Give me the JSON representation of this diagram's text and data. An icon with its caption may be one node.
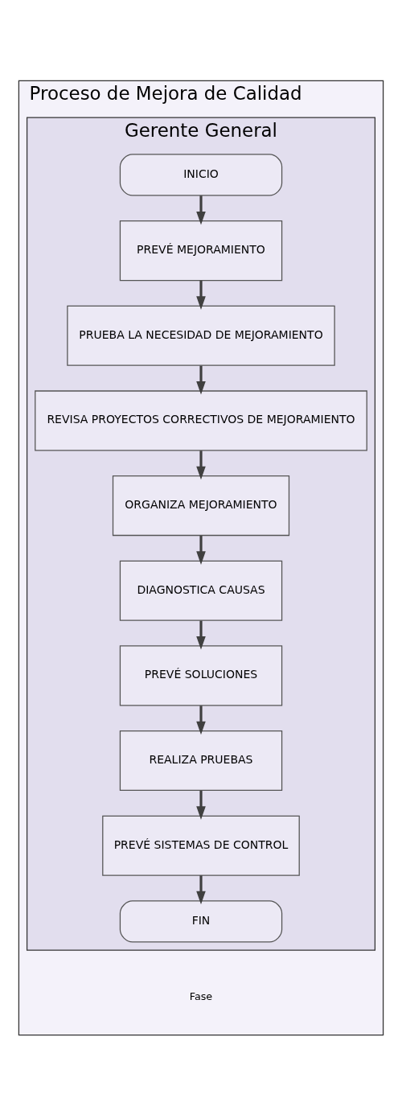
{
  "diagram": {
    "nodes": [
      {
        "text": [
          "Proceso de Mejora de Calidad"
        ]
      },
      {
        "text": [
          "Gerente General"
        ],
        "in": 0
      },
      {
        "text": [
          "INICIO"
        ],
        "in": 1
      },
      {
        "text": [
          "PREVÉ MEJORAMIENTO"
        ],
        "in": 1
      },
      {
        "text": [
          "PRUEBA LA NECESIDAD DE MEJORAMIENTO"
        ],
        "in": 1
      },
      {
        "text": [
          "REVISA PROYECTOS CORRECTIVOS DE MEJORAMIENTO"
        ],
        "in": 1
      },
      {
        "text": [
          "ORGANIZA MEJORAMIENTO"
        ],
        "in": 1
      },
      {
        "text": [
          "DIAGNOSTICA CAUSAS"
        ],
        "in": 1
      },
      {
        "text": [
          "PREVÉ SOLUCIONES"
        ],
        "in": 1
      },
      {
        "text": [
          "REALIZA PRUEBAS"
        ],
        "in": 1
      },
      {
        "text": [
          "PREVÉ SISTEMAS DE CONTROL"
        ],
        "in": 1
      },
      {
        "text": [
          "FIN"
        ],
        "in": 1
      }
    ],
    "edges": [
      {
        "from": 2,
        "to": 3,
        "arrow": "to"
      },
      {
        "from": 3,
        "to": 4,
        "arrow": "to"
      },
      {
        "from": 4,
        "to": 5,
        "arrow": "to"
      },
      {
        "from": 5,
        "to": 6,
        "arrow": "to"
      },
      {
        "from": 6,
        "to": 7,
        "arrow": "to"
      },
      {
        "from": 7,
        "to": 8,
        "arrow": "to"
      },
      {
        "from": 8,
        "to": 9,
        "arrow": "to"
      },
      {
        "from": 9,
        "to": 10,
        "arrow": "to"
      },
      {
        "from": 10,
        "to": 11,
        "arrow": "to"
      }
    ],
    "labels": [
      "Fase"
    ]
  }
}
